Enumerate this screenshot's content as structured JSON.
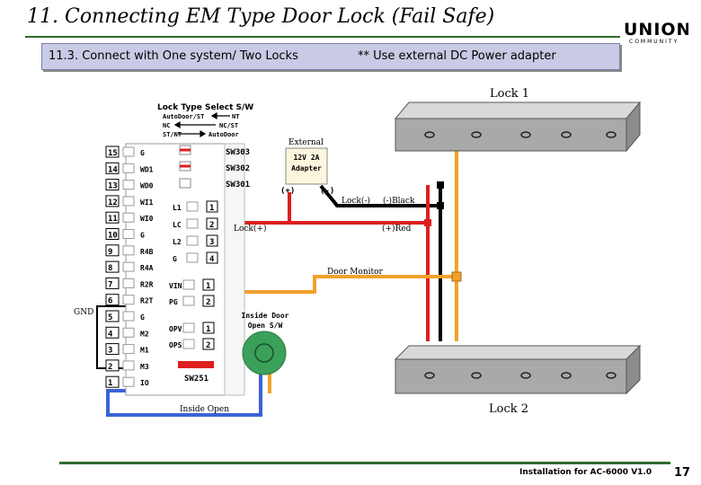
{
  "header": {
    "title": "11. Connecting EM Type Door Lock (Fail Safe)",
    "subtitle": "11.3. Connect with One system/ Two Locks",
    "note": "** Use external DC Power adapter",
    "brand": "UNION",
    "brand_sub": "COMMUNITY"
  },
  "switch_box": {
    "title": "Lock Type Select S/W",
    "rows": [
      "AutoDoor/ST",
      "NC",
      "ST/NT"
    ],
    "rows_right": [
      "NT",
      "NC/ST",
      "AutoDoor"
    ],
    "switches": [
      "SW303",
      "SW302",
      "SW301"
    ]
  },
  "left_terminals": [
    {
      "num": "15",
      "label": "G"
    },
    {
      "num": "14",
      "label": "WD1"
    },
    {
      "num": "13",
      "label": "WD0"
    },
    {
      "num": "12",
      "label": "WI1"
    },
    {
      "num": "11",
      "label": "WI0"
    },
    {
      "num": "10",
      "label": "G"
    },
    {
      "num": "9",
      "label": "R4B"
    },
    {
      "num": "8",
      "label": "R4A"
    },
    {
      "num": "7",
      "label": "R2R"
    },
    {
      "num": "6",
      "label": "R2T"
    },
    {
      "num": "5",
      "label": "G"
    },
    {
      "num": "4",
      "label": "M2"
    },
    {
      "num": "3",
      "label": "M1"
    },
    {
      "num": "2",
      "label": "M3"
    },
    {
      "num": "1",
      "label": "IO"
    }
  ],
  "lock_block": {
    "labels": [
      "L1",
      "LC",
      "L2",
      "G"
    ],
    "nums": [
      "1",
      "2",
      "3",
      "4"
    ]
  },
  "power_block": {
    "labels": [
      "VIN",
      "PG"
    ],
    "nums": [
      "1",
      "2"
    ]
  },
  "open_block": {
    "labels": [
      "OPV",
      "OPS"
    ],
    "nums": [
      "1",
      "2"
    ],
    "switch": "SW251"
  },
  "labels": {
    "external": "External",
    "adapter": "12V 2A Adapter",
    "plus": "(+)",
    "minus": "(-)",
    "lock_minus": "Lock(-)",
    "black": "(-)Black",
    "lock_plus": "Lock(+)",
    "red": "(+)Red",
    "door_monitor": "Door Monitor",
    "gnd": "GND",
    "inside_switch": "Inside Door Open S/W",
    "inside_open": "Inside Open",
    "lock1": "Lock 1",
    "lock2": "Lock 2"
  },
  "footer": {
    "text": "Installation for AC-6000 V1.0",
    "page": "17"
  },
  "colors": {
    "red": "#dd1f1f",
    "orange": "#f2a12c",
    "blue": "#3b62d6",
    "black": "#000000",
    "green": "#2f6b2f",
    "lock_green": "#3aa05a",
    "lock_body": "#a9a9a9"
  }
}
